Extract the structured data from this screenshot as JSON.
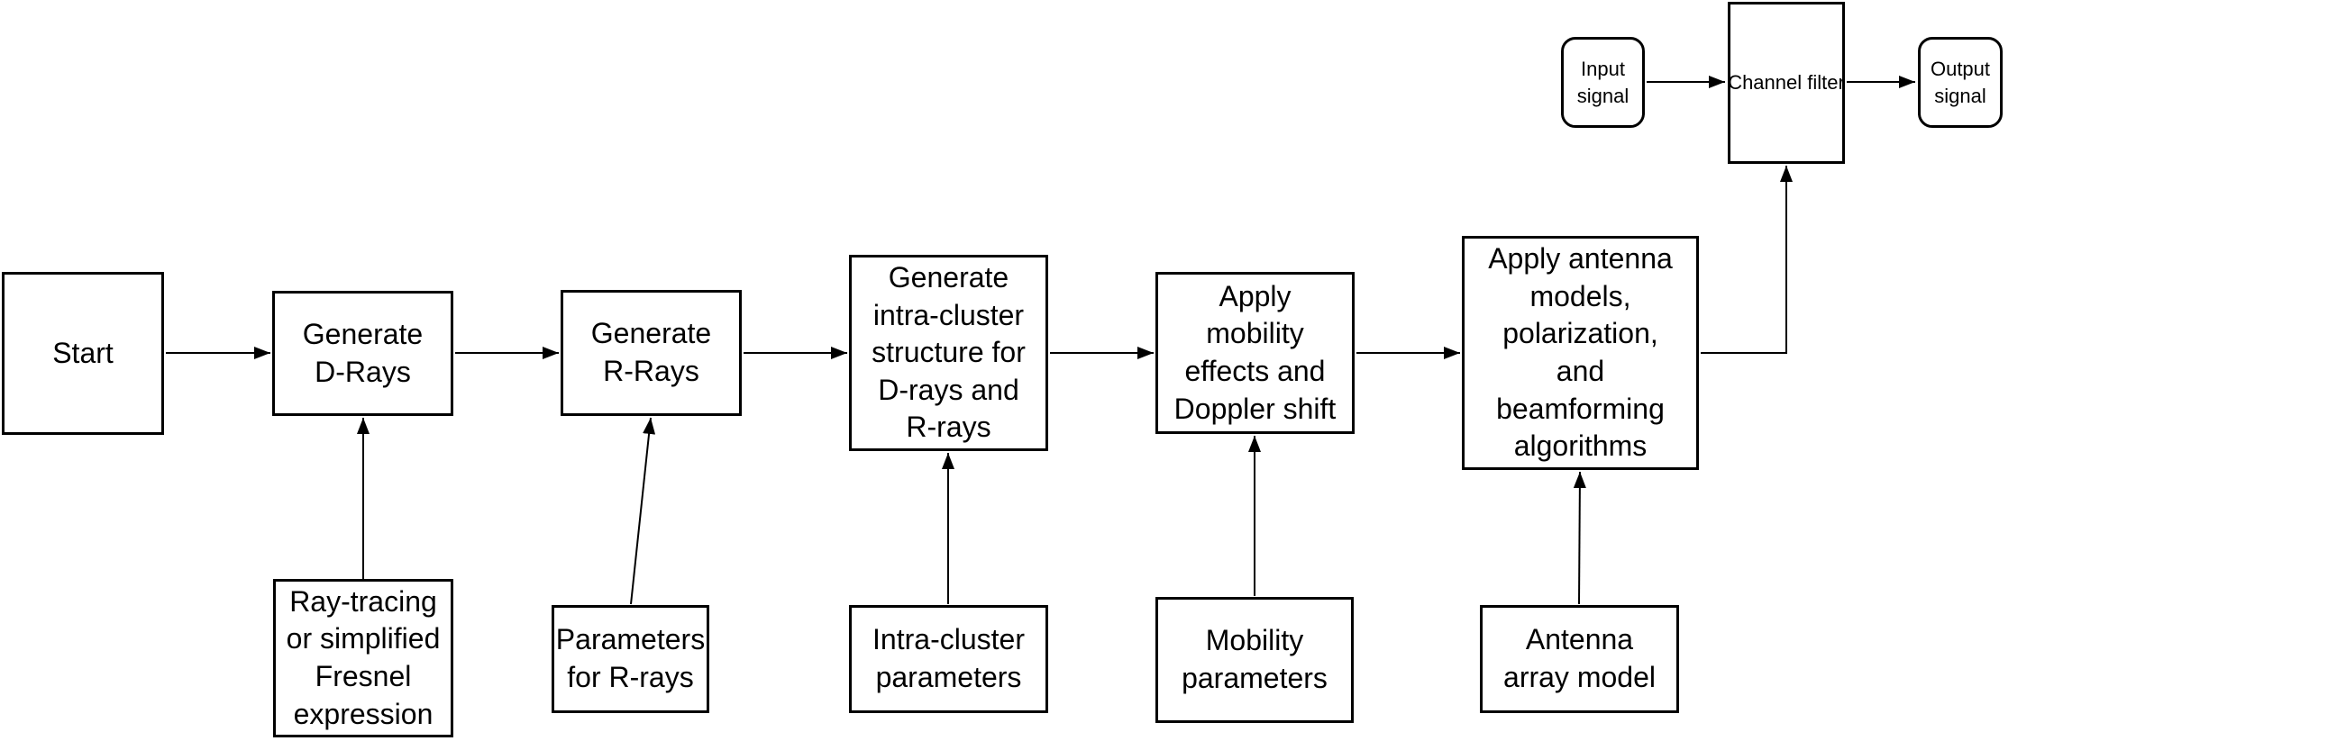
{
  "diagram": {
    "type": "flowchart",
    "colors": {
      "stroke": "#000000",
      "node_fill": "#ffffff",
      "background": "#ffffff",
      "text": "#000000"
    },
    "nodes": {
      "start": {
        "label": "Start"
      },
      "generate_d_rays": {
        "label": "Generate\nD-Rays"
      },
      "generate_r_rays": {
        "label": "Generate\nR-Rays"
      },
      "intra_cluster_structure": {
        "label": "Generate\nintra-cluster\nstructure for\nD-rays and\nR-rays"
      },
      "apply_mobility": {
        "label": "Apply\nmobility\neffects and\nDoppler shift"
      },
      "apply_antenna": {
        "label": "Apply antenna\nmodels,\npolarization,\nand\nbeamforming\nalgorithms"
      },
      "ray_tracing": {
        "label": "Ray-tracing\nor simplified\nFresnel\nexpression"
      },
      "parameters_r_rays": {
        "label": "Parameters\nfor R-rays"
      },
      "intra_cluster_parameters": {
        "label": "Intra-cluster\nparameters"
      },
      "mobility_parameters": {
        "label": "Mobility\nparameters"
      },
      "antenna_array_model": {
        "label": "Antenna\narray model"
      },
      "input_signal": {
        "label": "Input\nsignal"
      },
      "channel_filter": {
        "label": "Channel filter"
      },
      "output_signal": {
        "label": "Output\nsignal"
      }
    },
    "edges": [
      {
        "from": "start",
        "to": "generate_d_rays"
      },
      {
        "from": "generate_d_rays",
        "to": "generate_r_rays"
      },
      {
        "from": "generate_r_rays",
        "to": "intra_cluster_structure"
      },
      {
        "from": "intra_cluster_structure",
        "to": "apply_mobility"
      },
      {
        "from": "apply_mobility",
        "to": "apply_antenna"
      },
      {
        "from": "apply_antenna",
        "to": "channel_filter"
      },
      {
        "from": "ray_tracing",
        "to": "generate_d_rays"
      },
      {
        "from": "parameters_r_rays",
        "to": "generate_r_rays"
      },
      {
        "from": "intra_cluster_parameters",
        "to": "intra_cluster_structure"
      },
      {
        "from": "mobility_parameters",
        "to": "apply_mobility"
      },
      {
        "from": "antenna_array_model",
        "to": "apply_antenna"
      },
      {
        "from": "input_signal",
        "to": "channel_filter"
      },
      {
        "from": "channel_filter",
        "to": "output_signal"
      }
    ]
  }
}
